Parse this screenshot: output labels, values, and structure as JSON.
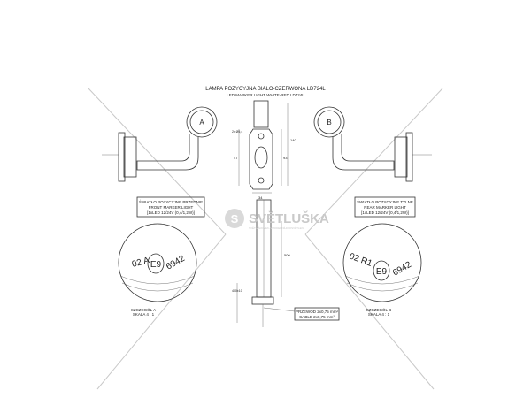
{
  "title": {
    "pl": "LAMPA POZYCYJNA BIAŁO-CZERWONA LD724L",
    "en": "LED MARKER LIGHT WHITE-RED LD724L"
  },
  "front_label": [
    "ŚWIATŁO POZYCYJNE PRZEDNIE",
    "FRONT MARKER LIGHT",
    "[1xLED 12/24V (0,4/1,2W)]"
  ],
  "rear_label": [
    "ŚWIATŁO POZYCYJNE TYLNE",
    "REAR MARKER LIGHT",
    "[1xLED 12/24V (0,4/1,2W)]"
  ],
  "lamp_marks": {
    "front": "A",
    "rear": "B"
  },
  "detail_a": {
    "marks": [
      "02 A",
      "E9",
      "6942"
    ],
    "caption": [
      "SZCZEGÓŁ A",
      "SKALA 4 : 1"
    ]
  },
  "detail_b": {
    "marks": [
      "02 R1",
      "E9",
      "6942"
    ],
    "caption": [
      "SZCZEGÓŁ B",
      "SKALA 4 : 1"
    ]
  },
  "cable": [
    "PRZEWÓD 2x0,75 mm²",
    "CABLE 2x0,75 mm²"
  ],
  "dimensions": {
    "height": "140",
    "inner": "93",
    "holes": "2x Ø5,4",
    "hole_spacing": "47",
    "width": "34",
    "cable_length": "500",
    "cable_end": "400±10"
  },
  "watermark": {
    "brand": "SVĚTLUŠKA",
    "tagline": "SVĚT ŽÁROVEK A MODERNÍHO OSVĚTLENÍ"
  }
}
